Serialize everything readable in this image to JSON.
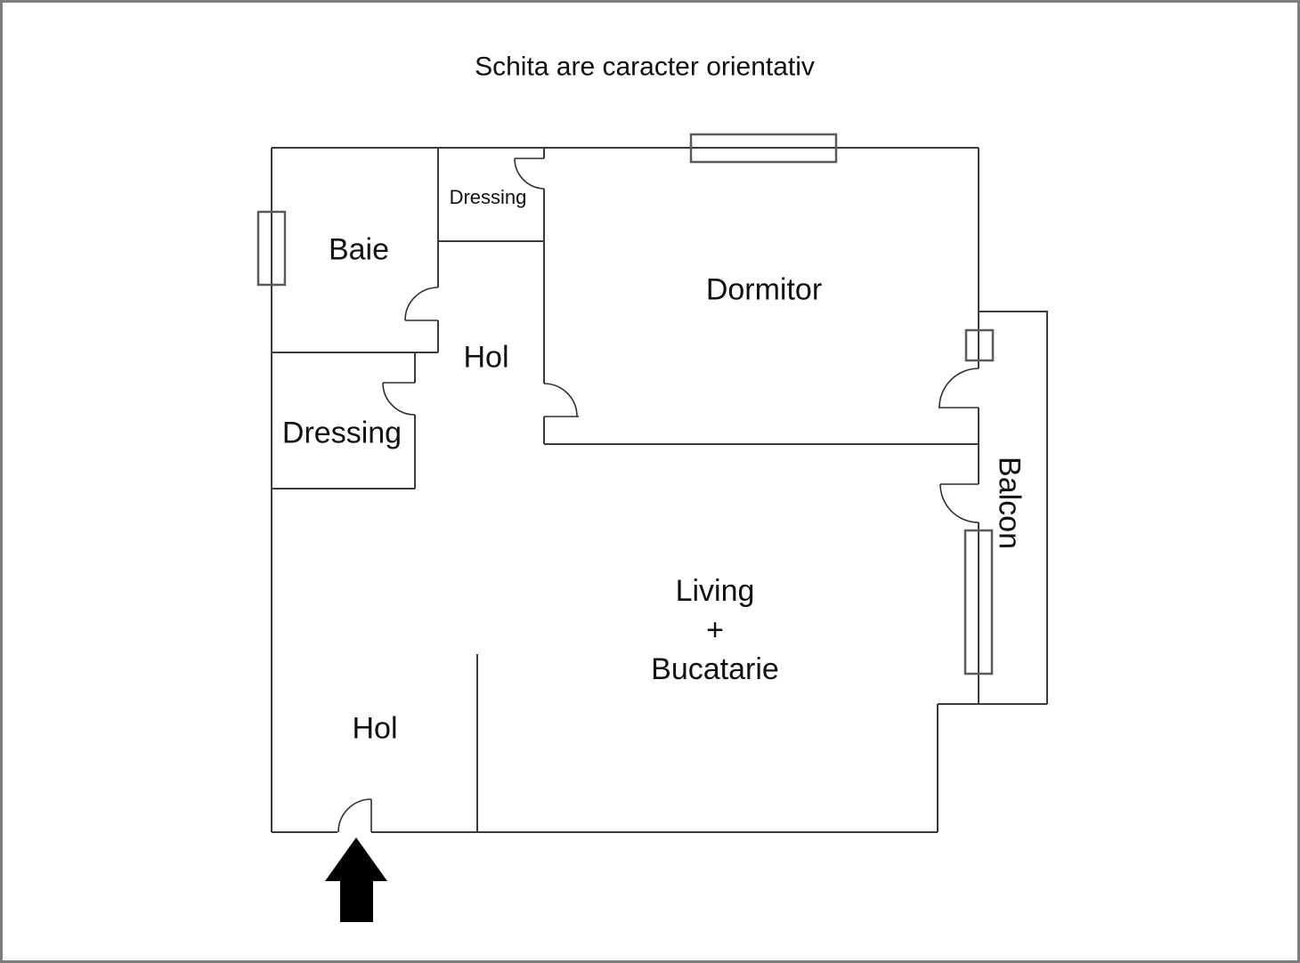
{
  "title": "Schita are caracter orientativ",
  "rooms": {
    "baie": "Baie",
    "dressing_top": "Dressing",
    "dormitor": "Dormitor",
    "hol_upper": "Hol",
    "dressing_left": "Dressing",
    "hol_lower": "Hol",
    "balcon": "Balcon"
  },
  "living": {
    "line1": "Living",
    "line2": "+",
    "line3": "Bucatarie"
  },
  "colors": {
    "wall": "#3b3b3b",
    "door": "#2f2f2f",
    "window": "#5a5a5a",
    "arrow": "#000000",
    "frame": "#7d7d7d",
    "background": "#ffffff",
    "text": "#111111"
  }
}
